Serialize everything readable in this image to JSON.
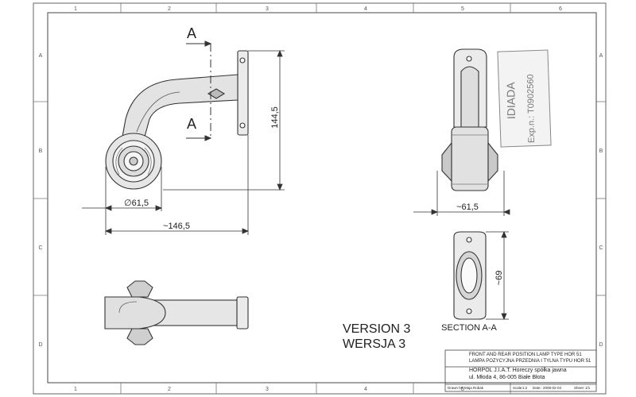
{
  "grid": {
    "columns": [
      "1",
      "2",
      "3",
      "4",
      "5",
      "6"
    ],
    "rows": [
      "A",
      "B",
      "C",
      "D"
    ]
  },
  "section_marker": "A",
  "dimensions": {
    "height": "144,5",
    "diameter": "∅61,5",
    "overall_width": "~146,5",
    "side_width": "~61,5",
    "section_height": "~69"
  },
  "section_label": "SECTION A-A",
  "version": {
    "en": "VERSION 3",
    "pl": "WERSJA 3"
  },
  "stamp": {
    "line1": "IDIADA",
    "line2": "Exp.n.: T0902560"
  },
  "title_block": {
    "title_en": "FRONT AND REAR POSITION LAMP TYPE HOR 51",
    "title_pl": "LAMPA POZYCYJNA PRZEDNIA I TYLNA TYPU HOR 51",
    "company": "HORPOL J.I.A.T. Horeczy spółka jawna",
    "address1": "ul. Młoda 4, 86-005 Białe Błota",
    "drawn_by_label": "Drawn by:",
    "drawn_by": "Maja Robak",
    "scale_label": "Scale:",
    "scale": "1:2",
    "date_label": "Date:",
    "date": "2009-02-04",
    "sheet_label": "Sheet:",
    "sheet": "1/1"
  }
}
